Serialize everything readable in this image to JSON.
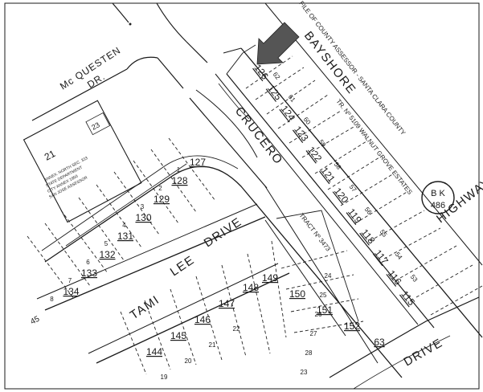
{
  "map": {
    "streets": {
      "mcquesten_1": "Mc QUESTEN",
      "mcquesten_2": "DR.",
      "bayshore": "BAYSHORE",
      "highway": "HIGHWAY",
      "crucero": "CRUCERO",
      "tami": "TAMI",
      "lee": "LEE",
      "drive": "DRIVE",
      "drive_bottom": "DRIVE"
    },
    "assessor_note": "FILE OF COUNTY ASSESSOR - SANTA CLARA COUNTY",
    "tract_note": "TR. Nº 5109 WALNUT GROVE ESTATES",
    "tract_inner": "TRACT Nº 3473",
    "book_badge": {
      "line1": "B K",
      "line2": "486"
    },
    "side_block_number": "21",
    "side_block_corner": "23",
    "side_block_text": [
      "ANNEX. NORTH SEC. 333",
      "STATE DEPARTMENT",
      "CITY ANNEX 1950",
      "SAN JOSE ASSESSOR"
    ],
    "arrow_color": "#555555",
    "parcels_north": [
      "126",
      "125",
      "124",
      "123",
      "122",
      "121",
      "120",
      "119",
      "118",
      "117",
      "116",
      "115"
    ],
    "parcels_west": [
      "127",
      "128",
      "129",
      "130",
      "131",
      "132",
      "133",
      "134"
    ],
    "parcels_south": [
      "148",
      "147",
      "146",
      "145",
      "144"
    ],
    "parcels_inner": [
      "149",
      "150",
      "151",
      "152",
      "63"
    ],
    "lots_north": [
      "62",
      "61",
      "60",
      "59",
      "58",
      "57",
      "56",
      "55",
      "54",
      "53"
    ],
    "lots_west": [
      "1",
      "2",
      "3",
      "4",
      "5",
      "6",
      "7",
      "8"
    ],
    "lots_south": [
      "22",
      "21",
      "20",
      "19"
    ],
    "lots_inner": [
      "24",
      "25",
      "26",
      "27",
      "28",
      "23"
    ],
    "margin_mark": "45"
  }
}
